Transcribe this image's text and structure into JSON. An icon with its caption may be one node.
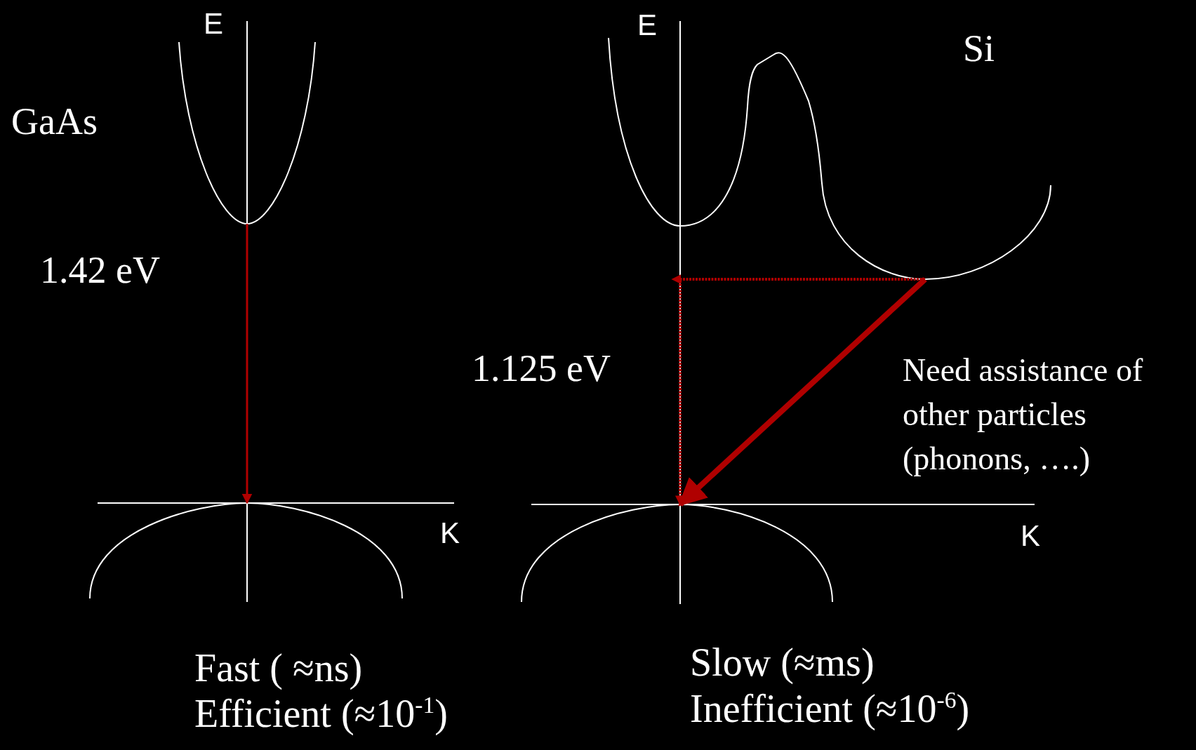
{
  "diagram": {
    "nodes": [
      {
        "text": [],
        "shape": "curve"
      },
      {
        "text": [],
        "shape": "curve"
      },
      {
        "text": [],
        "shape": "curve"
      },
      {
        "text": [],
        "shape": "curve"
      }
    ],
    "edges": [
      {
        "from": 0,
        "to": 1,
        "arrow": "to"
      },
      {
        "from": 2,
        "to": 3,
        "arrow": "to",
        "style": "dashed"
      },
      {
        "from": 2,
        "to": 3,
        "arrow": "to",
        "style": "thick"
      }
    ],
    "labels": [
      "E",
      "GaAs",
      "1.42 eV",
      "K",
      "E",
      "Si",
      "1.125 eV",
      "Need assistance of other particles (phonons, ….)",
      "K",
      "Fast ( ≈ns)",
      "Efficient (≈10$^{-1}$)",
      "Slow (≈ms)",
      "Inefficient (≈10$^{-6}$)"
    ]
  }
}
